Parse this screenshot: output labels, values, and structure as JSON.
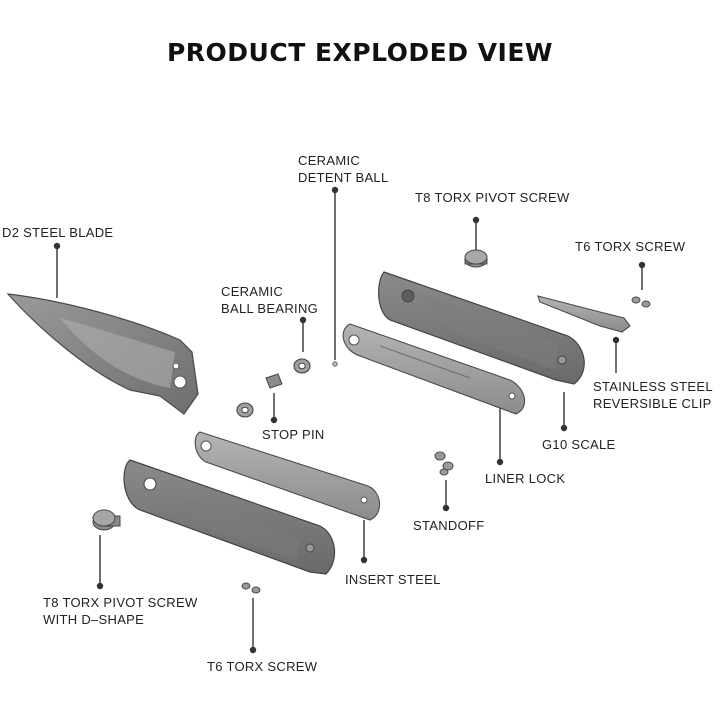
{
  "title": "PRODUCT EXPLODED VIEW",
  "labels": {
    "ceramic_detent_ball": [
      "CERAMIC",
      "DETENT BALL"
    ],
    "t8_pivot_screw": "T8 TORX PIVOT SCREW",
    "d2_blade": "D2 STEEL BLADE",
    "t6_screw_top": "T6 TORX SCREW",
    "ceramic_ball_bearing": [
      "CERAMIC",
      "BALL BEARING"
    ],
    "stop_pin": "STOP PIN",
    "stainless_clip": [
      "STAINLESS STEEL",
      "REVERSIBLE CLIP"
    ],
    "g10_scale": "G10 SCALE",
    "liner_lock": "LINER LOCK",
    "standoff": "STANDOFF",
    "insert_steel": "INSERT STEEL",
    "t8_pivot_dshape": [
      "T8 TORX PIVOT SCREW",
      "WITH D–SHAPE"
    ],
    "t6_screw_bottom": "T6 TORX SCREW"
  }
}
